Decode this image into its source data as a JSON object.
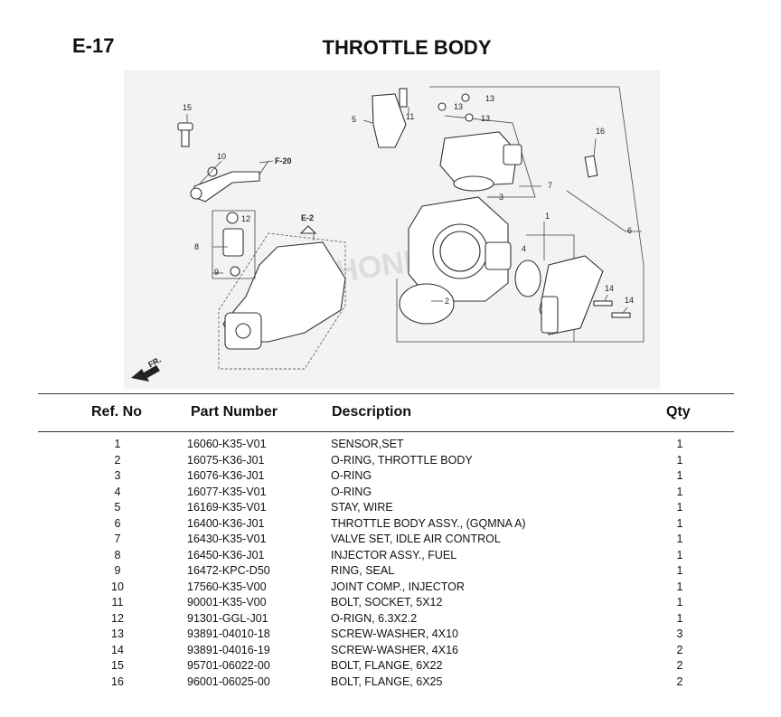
{
  "header": {
    "code": "E-17",
    "title": "THROTTLE BODY"
  },
  "diagram": {
    "callouts": [
      "1",
      "2",
      "3",
      "4",
      "5",
      "6",
      "7",
      "8",
      "9",
      "10",
      "11",
      "12",
      "13",
      "13",
      "13",
      "14",
      "14",
      "15",
      "16"
    ],
    "refs": {
      "f20": "F-20",
      "e2": "E-2",
      "front": "FR."
    },
    "watermark": "HONDA"
  },
  "table": {
    "columns": {
      "ref": "Ref. No",
      "part": "Part Number",
      "desc": "Description",
      "qty": "Qty"
    },
    "rows": [
      {
        "ref": "1",
        "part": "16060-K35-V01",
        "desc": "SENSOR,SET",
        "qty": "1"
      },
      {
        "ref": "2",
        "part": "16075-K36-J01",
        "desc": "O-RING, THROTTLE BODY",
        "qty": "1"
      },
      {
        "ref": "3",
        "part": "16076-K36-J01",
        "desc": "O-RING",
        "qty": "1"
      },
      {
        "ref": "4",
        "part": "16077-K35-V01",
        "desc": "O-RING",
        "qty": "1"
      },
      {
        "ref": "5",
        "part": "16169-K35-V01",
        "desc": "STAY, WIRE",
        "qty": "1"
      },
      {
        "ref": "6",
        "part": "16400-K36-J01",
        "desc": "THROTTLE BODY ASSY., (GQMNA A)",
        "qty": "1"
      },
      {
        "ref": "7",
        "part": "16430-K35-V01",
        "desc": "VALVE SET, IDLE AIR CONTROL",
        "qty": "1"
      },
      {
        "ref": "8",
        "part": "16450-K36-J01",
        "desc": "INJECTOR ASSY., FUEL",
        "qty": "1"
      },
      {
        "ref": "9",
        "part": "16472-KPC-D50",
        "desc": "RING, SEAL",
        "qty": "1"
      },
      {
        "ref": "10",
        "part": "17560-K35-V00",
        "desc": "JOINT COMP., INJECTOR",
        "qty": "1"
      },
      {
        "ref": "11",
        "part": "90001-K35-V00",
        "desc": "BOLT, SOCKET, 5X12",
        "qty": "1"
      },
      {
        "ref": "12",
        "part": "91301-GGL-J01",
        "desc": "O-RIGN, 6.3X2.2",
        "qty": "1"
      },
      {
        "ref": "13",
        "part": "93891-04010-18",
        "desc": "SCREW-WASHER, 4X10",
        "qty": "3"
      },
      {
        "ref": "14",
        "part": "93891-04016-19",
        "desc": "SCREW-WASHER, 4X16",
        "qty": "2"
      },
      {
        "ref": "15",
        "part": "95701-06022-00",
        "desc": "BOLT, FLANGE, 6X22",
        "qty": "2"
      },
      {
        "ref": "16",
        "part": "96001-06025-00",
        "desc": "BOLT, FLANGE, 6X25",
        "qty": "2"
      }
    ]
  }
}
